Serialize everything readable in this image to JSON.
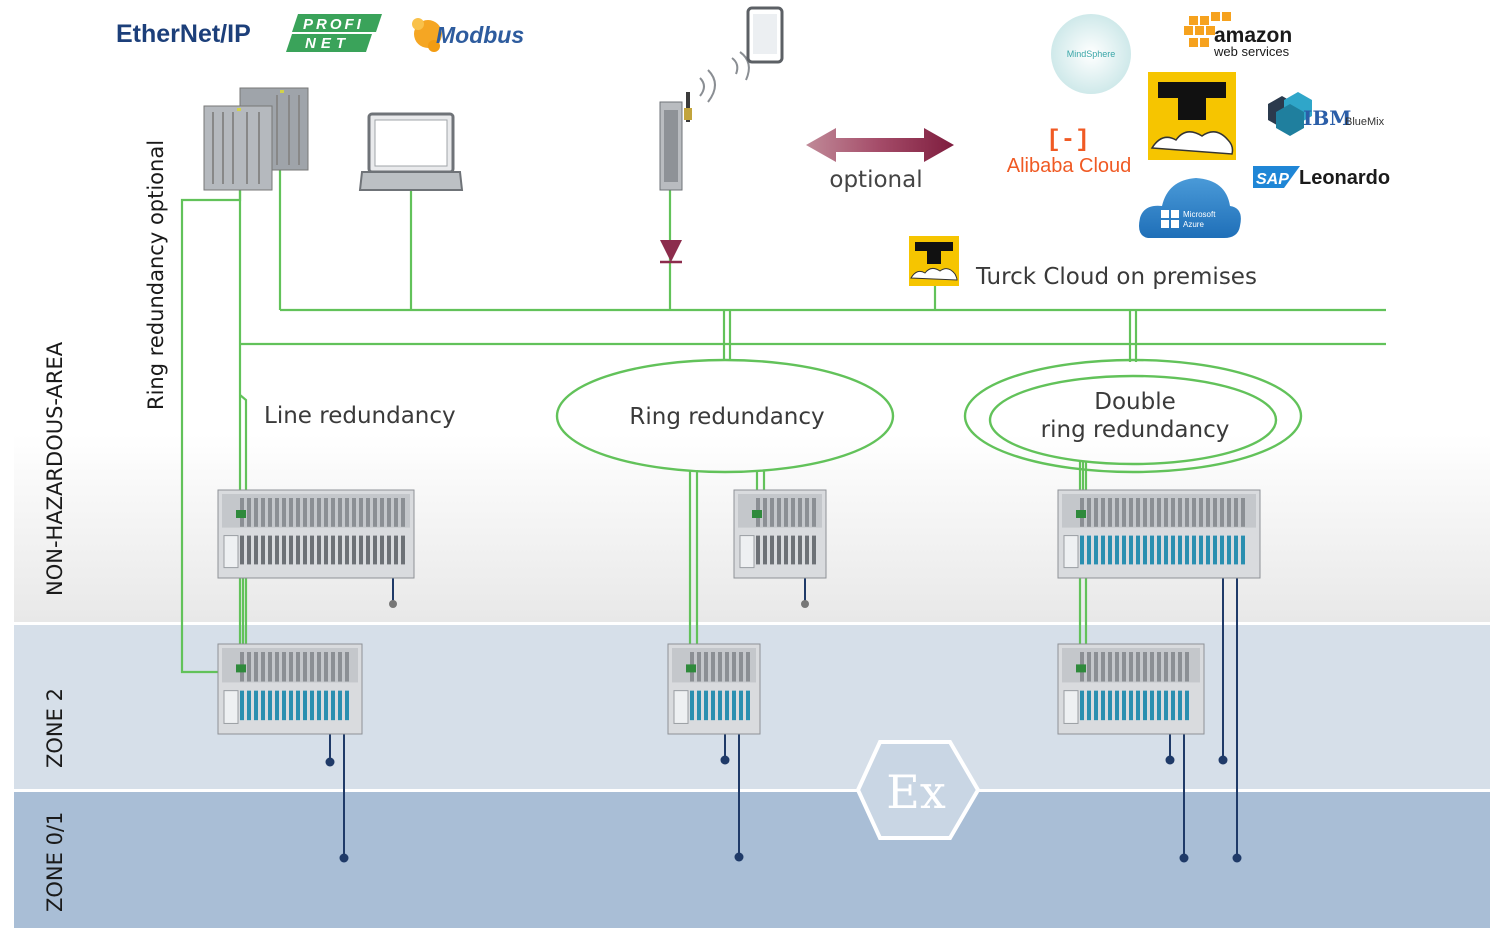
{
  "zones": {
    "non_hazardous": "NON-HAZARDOUS-AREA",
    "zone2": "ZONE 2",
    "zone01": "ZONE 0/1"
  },
  "ring_redundancy_optional": "Ring redundancy optional",
  "redundancy": {
    "line": "Line redundancy",
    "ring": "Ring redundancy",
    "double_line1": "Double",
    "double_line2": "ring redundancy"
  },
  "optional_label": "optional",
  "turck_cloud": "Turck Cloud on premises",
  "protocol_logos": {
    "ethernetip": "EtherNet/IP",
    "profinet_top": "PROFI",
    "profinet_bottom": "NET",
    "modbus": "Modbus"
  },
  "cloud_logos": {
    "mindsphere": "MindSphere",
    "amazon_top": "amazon",
    "amazon_bottom": "web services",
    "ibm": "IBM",
    "bluemix": "BlueMix",
    "alibaba": "Alibaba Cloud",
    "sap": "SAP",
    "leonardo": "Leonardo",
    "azure_top": "Microsoft",
    "azure_bottom": "Azure"
  },
  "ex_symbol": "Ex",
  "colors": {
    "network_green": "#62c25a",
    "zone2_bg": "#d6dfe9",
    "zone01_bg": "#a9bed6",
    "signal_navy": "#1f3a68",
    "arrow_maroon": "#8c2c4c",
    "turck_yellow": "#f6c500"
  }
}
